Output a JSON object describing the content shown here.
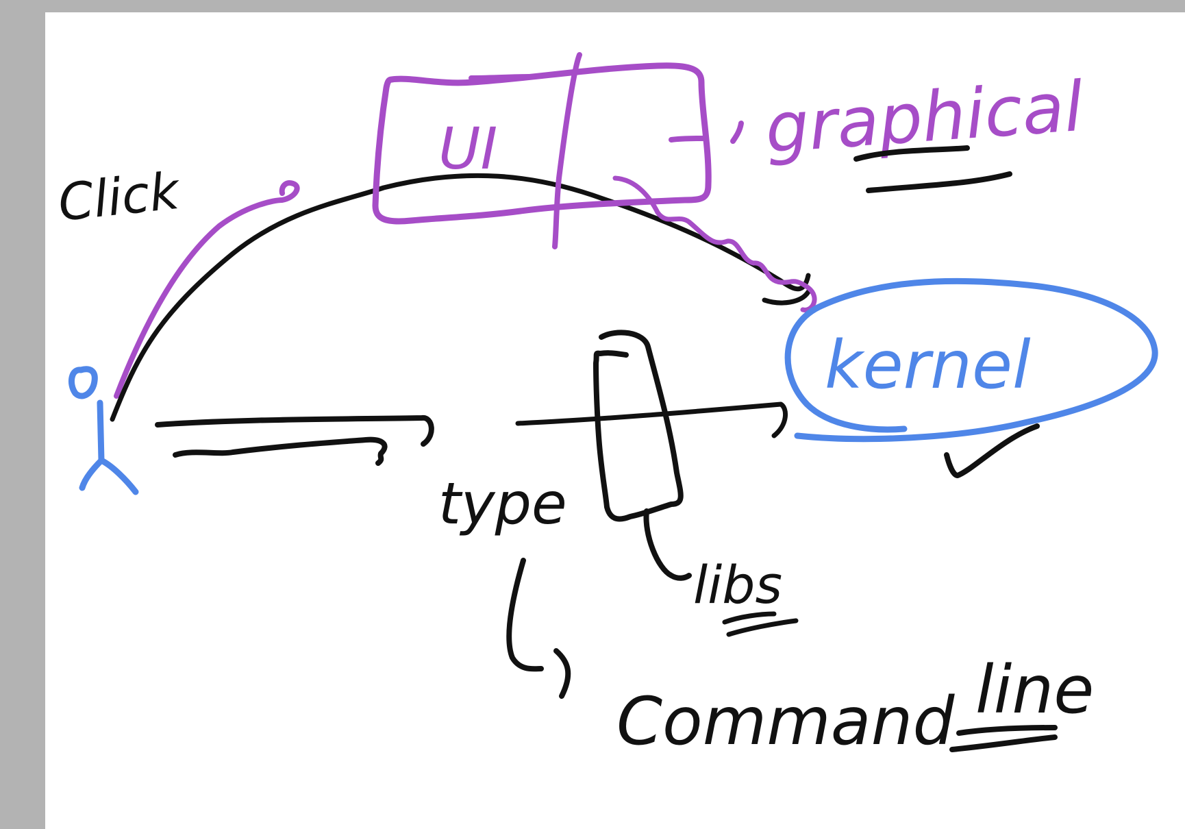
{
  "colors": {
    "black": "#111111",
    "purple": "#a64dc7",
    "blue": "#4f86e8",
    "background": "#b3b3b3",
    "canvas": "#ffffff"
  },
  "labels": {
    "click": "Click",
    "ui": "UI",
    "graphical": "graphical",
    "kernel": "kernel",
    "type": "type",
    "libs": "libs",
    "command": "Command",
    "line": "line"
  }
}
